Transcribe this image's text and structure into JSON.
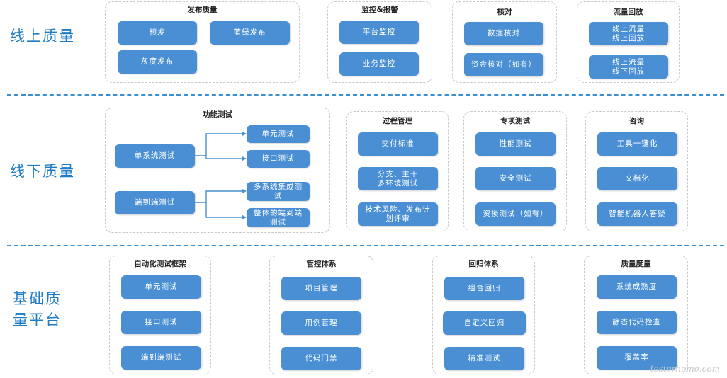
{
  "rows": {
    "online": "线上质量",
    "offline": "线下质量",
    "platform_line1": "基础质",
    "platform_line2": "量平台"
  },
  "groups": {
    "release": {
      "title": "发布质量",
      "items": [
        "预发",
        "蓝绿发布",
        "灰度发布"
      ]
    },
    "monitor": {
      "title": "监控&报警",
      "items": [
        "平台监控",
        "业务监控"
      ]
    },
    "reconcile": {
      "title": "核对",
      "items": [
        "数据核对",
        "资金核对（如有）"
      ]
    },
    "replay": {
      "title": "流量回放",
      "items": [
        "线上流量\n线上回放",
        "线上流量\n线下回放"
      ]
    },
    "functional": {
      "title": "功能测试",
      "items": [
        "单系统测试",
        "单元测试",
        "接口测试",
        "端到端测试",
        "多系统集成测\n试",
        "整体的端到端\n测试"
      ]
    },
    "process": {
      "title": "过程管理",
      "items": [
        "交付标准",
        "分支、主干\n多环境测试",
        "技术风险、发布计\n划评审"
      ]
    },
    "special": {
      "title": "专项测试",
      "items": [
        "性能测试",
        "安全测试",
        "资损测试（如有）"
      ]
    },
    "consult": {
      "title": "咨询",
      "items": [
        "工具一键化",
        "文档化",
        "智能机器人答疑"
      ]
    },
    "automation": {
      "title": "自动化测试框架",
      "items": [
        "单元测试",
        "接口测试",
        "端到端测试"
      ]
    },
    "control": {
      "title": "管控体系",
      "items": [
        "项目管理",
        "用例管理",
        "代码门禁"
      ]
    },
    "regression": {
      "title": "回归体系",
      "items": [
        "组合回归",
        "自定义回归",
        "精准测试"
      ]
    },
    "metrics": {
      "title": "质量度量",
      "items": [
        "系统成熟度",
        "静态代码检查",
        "覆盖率"
      ]
    }
  },
  "watermark": "testerhome.com",
  "colors": {
    "box": "#4a8fd4",
    "label": "#1f7cc4",
    "divider": "#3b8ed0"
  }
}
